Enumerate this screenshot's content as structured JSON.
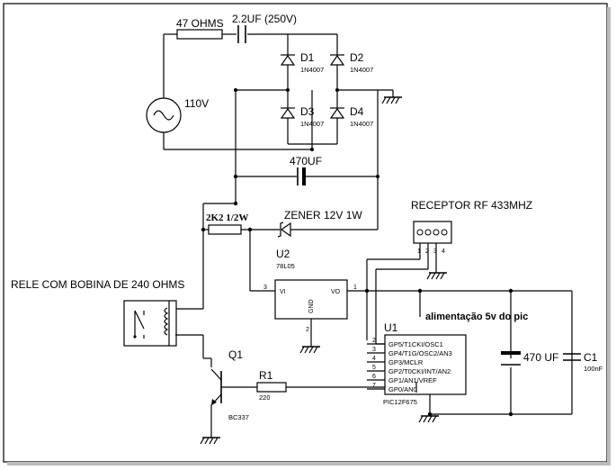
{
  "labels": {
    "r47": "47 OHMS",
    "c22": "2.2UF (250V)",
    "src": "110V",
    "d1": "D1",
    "d1_part": "1N4007",
    "d2": "D2",
    "d2_part": "1N4007",
    "d3": "D3",
    "d3_part": "1N4007",
    "d4": "D4",
    "d4_part": "1N4007",
    "c470": "470UF",
    "r2k2": "2K2 1/2W",
    "zener": "ZENER 12V 1W",
    "rf": "RECEPTOR RF 433MHZ",
    "u2": "U2",
    "u2_part": "78L05",
    "u2_vi": "VI",
    "u2_vo": "VO",
    "u2_gnd": "GND",
    "u2_pin1": "1",
    "u2_pin2": "2",
    "u2_pin3": "3",
    "relay": "RELE COM BOBINA DE 240 OHMS",
    "power_note": "alimentação 5v do pic",
    "u1": "U1",
    "u1_part": "PIC12F675",
    "q1": "Q1",
    "q1_part": "BC337",
    "r1": "R1",
    "r1_val": "220",
    "c1_val": "470 UF",
    "c1": "C1",
    "c1_small": "100nF"
  },
  "pic_pins": [
    {
      "num": "2",
      "name": "GP5/T1CKI/OSC1"
    },
    {
      "num": "3",
      "name": "GP4/T1G/OSC2/AN3"
    },
    {
      "num": "4",
      "name": "GP3/MCLR"
    },
    {
      "num": "5",
      "name": "GP2/T0CKI/INT/AN2"
    },
    {
      "num": "6",
      "name": "GP1/AN1/VREF"
    },
    {
      "num": "7",
      "name": "GP0/AN0"
    }
  ],
  "rf_pins": [
    "1",
    "2",
    "3",
    "4"
  ],
  "colors": {
    "wire": "#000000",
    "background": "#ffffff"
  },
  "icons": [
    "ac-source-icon",
    "diode-icon",
    "zener-icon",
    "resistor-icon",
    "capacitor-icon",
    "ground-icon",
    "relay-icon",
    "npn-transistor-icon"
  ]
}
